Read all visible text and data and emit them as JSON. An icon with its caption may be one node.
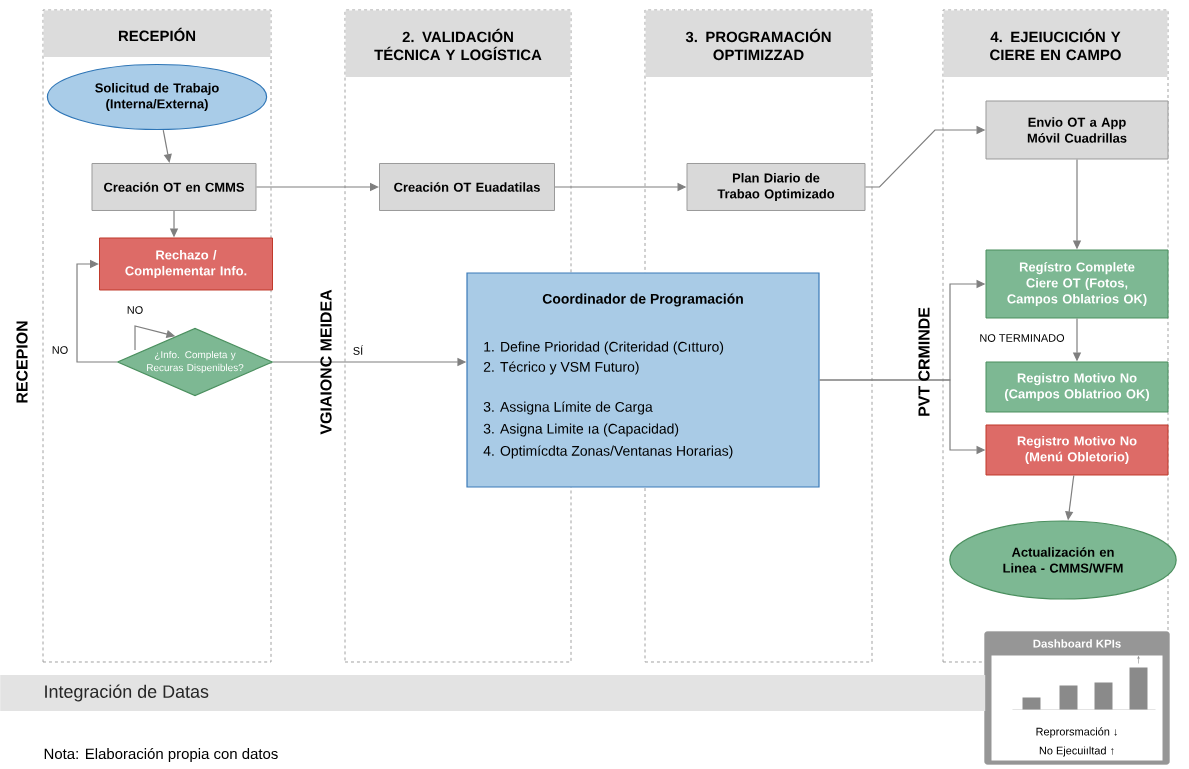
{
  "diagram": {
    "nodes": [
      {
        "text": [
          "RECEPIÓN"
        ]
      },
      {
        "text": [
          "2. VALIDACIÓN TÉCNICA Y LOGÍSTICA"
        ]
      },
      {
        "text": [
          "3. PROGRAMACIÓN OPTIMIZZAD"
        ]
      },
      {
        "text": [
          "4. EJEIUCICIÓN Y CIERE EN CAMPO"
        ]
      },
      {
        "text": [
          "Solicitud de Trabajo (Interna/Externa)"
        ],
        "in": 0
      },
      {
        "text": [
          "Creación OT en CMMS"
        ],
        "in": 0
      },
      {
        "text": [
          "Rechazo / Complementar Info."
        ],
        "in": 0
      },
      {
        "text": [
          "¿Info. Completa y Recuras Dispenibles?"
        ],
        "in": 0
      },
      {
        "text": [
          "Creación OT Euadatilas"
        ],
        "in": 1
      },
      {
        "text": [
          "Plan Diario de Trabao Optimizado"
        ],
        "in": 2
      },
      {
        "text": [
          "Envio OT a App Móvil Cuadrillas"
        ],
        "in": 3
      },
      {
        "text": [
          "Coordinador de Programación",
          "1. Define Prioridad (Criteridad (Cıtturo)",
          "2. Técrico y VSM Futuro)",
          "3. Assigna Límite de Carga",
          "3. Asigna Limite ıa (Capacidad)",
          "4. Optimícdta Zonas/Ventanas Horarias)"
        ]
      },
      {
        "text": [
          "Regístro Complete Ciere OT (Fotos, Campos Oblatrios OK)"
        ],
        "in": 3
      },
      {
        "text": [
          "Registro Motivo No (Campos Oblatrioo OK)"
        ],
        "in": 3
      },
      {
        "text": [
          "Registro Motivo No (Menú Obletorio)"
        ],
        "in": 3
      },
      {
        "text": [
          "Actualización en Linea - CMMS/WFM"
        ],
        "in": 3
      },
      {
        "text": [
          "Dashboard KPIs",
          "Reprorsmación ↓",
          "No Ejecuiıltad ↑"
        ]
      },
      {
        "text": [
          "Integración de Datas"
        ]
      }
    ],
    "edges": [
      {
        "from": 4,
        "to": 5,
        "arrow": "to"
      },
      {
        "from": 5,
        "to": 6,
        "arrow": "to"
      },
      {
        "from": 5,
        "to": 8,
        "arrow": "to"
      },
      {
        "from": 8,
        "to": 9,
        "arrow": "to"
      },
      {
        "from": 9,
        "to": 10,
        "arrow": "to"
      },
      {
        "from": 7,
        "to": 6,
        "arrow": "to",
        "label": "NO"
      },
      {
        "from": null,
        "to": 7,
        "arrow": "to",
        "label": "NO"
      },
      {
        "from": 7,
        "to": 11,
        "arrow": "to",
        "label": "SÍ"
      },
      {
        "from": 11,
        "to": 12,
        "arrow": "to"
      },
      {
        "from": 11,
        "to": 14,
        "arrow": "to"
      },
      {
        "from": 10,
        "to": 12,
        "arrow": "to"
      },
      {
        "from": 12,
        "to": 13,
        "arrow": "to",
        "label": "NO TERMINADO"
      },
      {
        "from": 14,
        "to": 15,
        "arrow": "to"
      }
    ],
    "labels": [
      "RECEPION",
      "VGIAIONC MEIDEA",
      "PVT CRMINDE",
      "Nota: Elaboración propia con datos"
    ]
  }
}
